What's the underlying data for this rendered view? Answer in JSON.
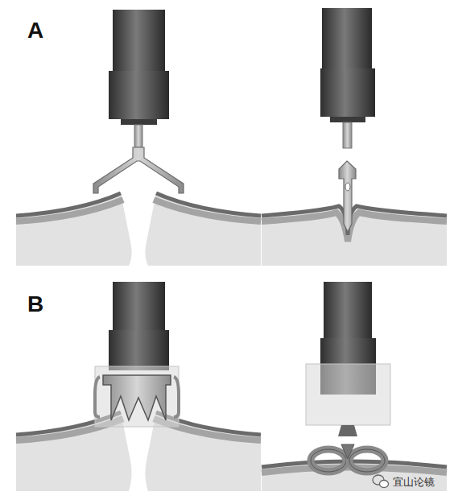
{
  "diagram": {
    "labels": [
      "A",
      "B",
      "宜山论镜"
    ]
  }
}
